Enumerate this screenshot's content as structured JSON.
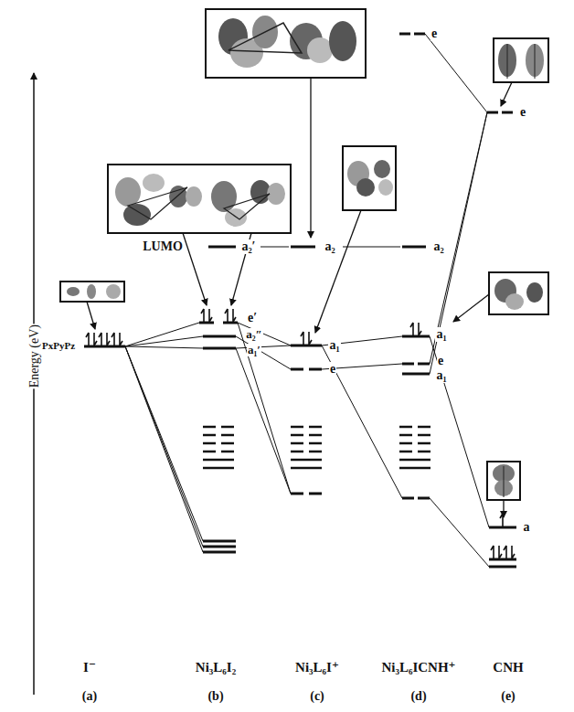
{
  "diagram": {
    "labels": [
      "Energy (eV)",
      "LUMO",
      "a₂′",
      "a₂",
      "a₂",
      "e",
      "e",
      "e′",
      "a₂″",
      "a₁′",
      "a₁",
      "e",
      "a₁",
      "e",
      "a₁",
      "a",
      "PxPyPz",
      "I⁻",
      "Ni₃L₆I₂",
      "Ni₃L₆I⁺",
      "Ni₃L₆ICNH⁺",
      "CNH",
      "(a)",
      "(b)",
      "(c)",
      "(d)",
      "(e)"
    ]
  }
}
